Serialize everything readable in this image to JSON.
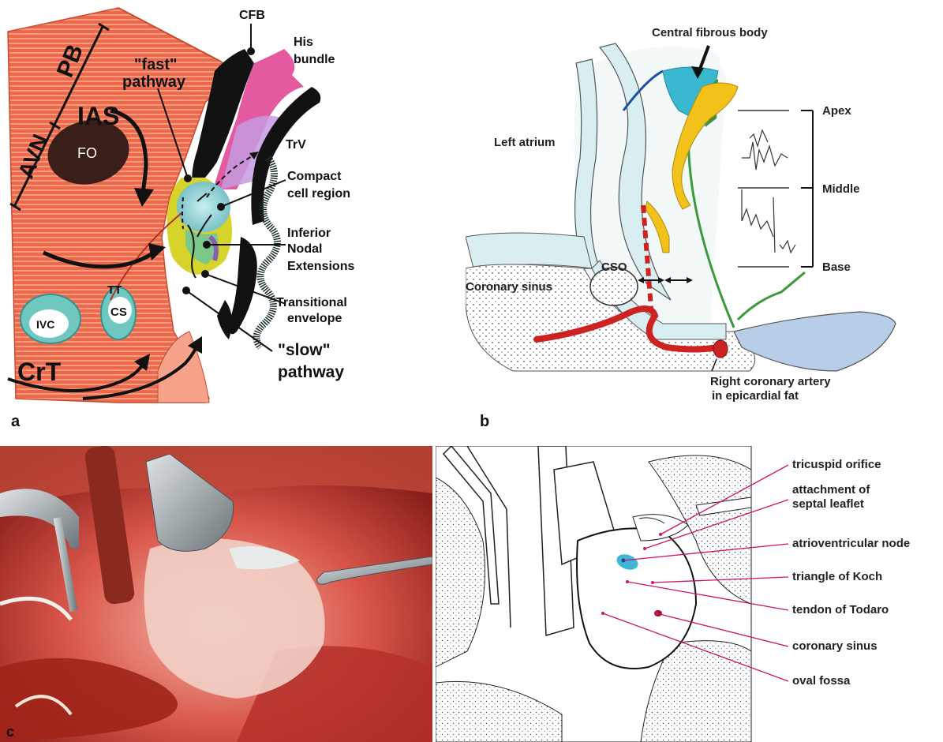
{
  "panel_a": {
    "letter": "a",
    "labels": {
      "pb": "PB",
      "avn": "AVN",
      "ias": "IAS",
      "fo": "FO",
      "fast_pathway_1": "\"fast\"",
      "fast_pathway_2": "pathway",
      "cfb": "CFB",
      "his_1": "His",
      "his_2": "bundle",
      "trv": "TrV",
      "compact_1": "Compact",
      "compact_2": "cell region",
      "inferior_1": "Inferior",
      "inferior_2": "Nodal",
      "inferior_3": "Extensions",
      "tt": "TT",
      "cs": "CS",
      "ivc": "IVC",
      "transitional_1": "Transitional",
      "transitional_2": "envelope",
      "crt": "CrT",
      "slow_1": "\"slow\"",
      "slow_2": "pathway"
    },
    "colors": {
      "atrial_wall": "#e8603f",
      "his_bundle": "#e35aa0",
      "compact_region": "#8fd0d0",
      "transitional": "#d6d42a",
      "ostium_fill": "#6ec8c0"
    }
  },
  "panel_b": {
    "letter": "b",
    "labels": {
      "central_fibrous_body": "Central fibrous body",
      "left_atrium": "Left atrium",
      "apex": "Apex",
      "middle": "Middle",
      "base": "Base",
      "cso": "CSO",
      "coronary_sinus": "Coronary sinus",
      "rca_1": "Right coronary artery",
      "rca_2": "in epicardial fat"
    },
    "colors": {
      "septum": "#d8eef0",
      "cfb": "#3ab8cf",
      "node": "#f2c21a",
      "artery": "#cc2222",
      "ventricle": "#b8cde8"
    }
  },
  "panel_c": {
    "letter": "c"
  },
  "panel_d": {
    "labels": [
      "tricuspid orifice",
      "attachment of",
      "septal leaflet",
      "atrioventricular node",
      "triangle of Koch",
      "tendon of Todaro",
      "coronary sinus",
      "oval fossa"
    ],
    "colors": {
      "leader": "#d0106a",
      "node": "#3fb6d8"
    }
  }
}
